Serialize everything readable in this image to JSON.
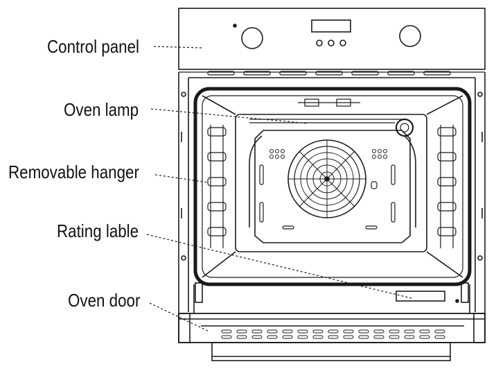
{
  "labels": {
    "control_panel": "Control panel",
    "oven_lamp": "Oven lamp",
    "removable_hanger": "Removable hanger",
    "rating_label": "Rating lable",
    "oven_door": "Oven door"
  },
  "colors": {
    "line": "#1a1a1a",
    "background": "#ffffff"
  },
  "icons": [
    "fan-icon",
    "knob-icon",
    "lamp-icon"
  ]
}
